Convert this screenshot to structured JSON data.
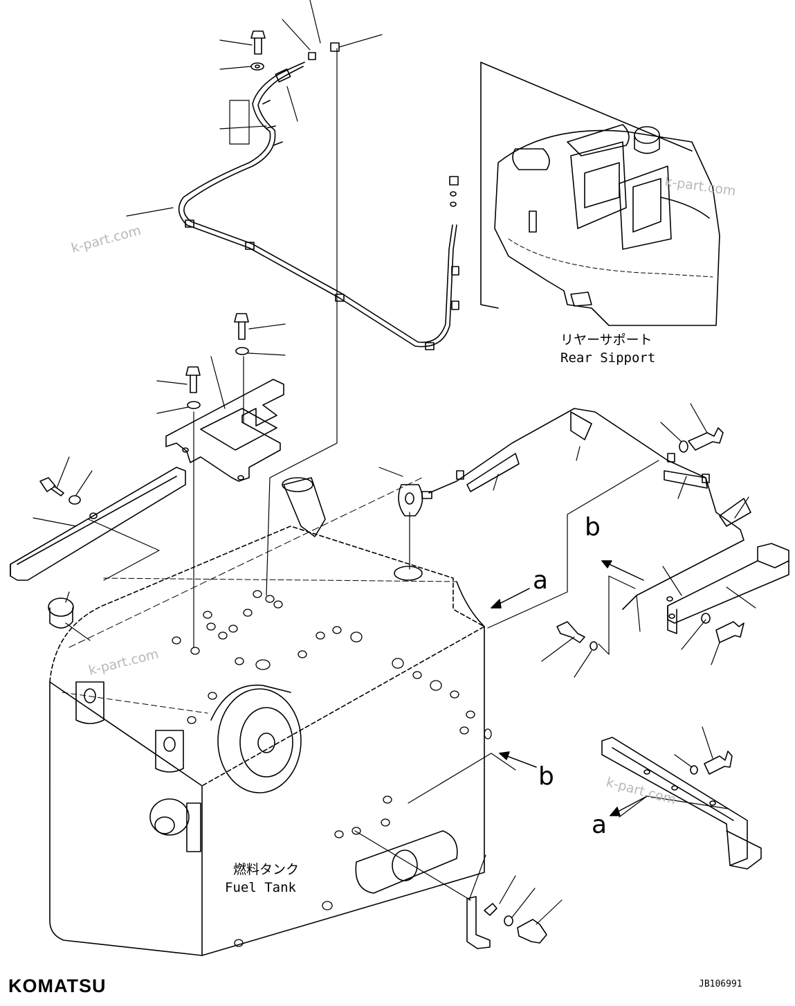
{
  "labels": {
    "rear_support_jp": "リヤーサポート",
    "rear_support_en": "Rear Sipport",
    "fuel_tank_jp": "燃料タンク",
    "fuel_tank_en": "Fuel Tank"
  },
  "refs": {
    "a_upper": "a",
    "b_upper": "b",
    "b_lower": "b",
    "a_lower": "a"
  },
  "watermarks": [
    "k-part.com",
    "k-part.com",
    "k-part.com",
    "k-part.com"
  ],
  "brand": "KOMATSU",
  "drawing_code": "JB106991",
  "colors": {
    "ink": "#000000",
    "watermark": "#b8b8b8"
  }
}
